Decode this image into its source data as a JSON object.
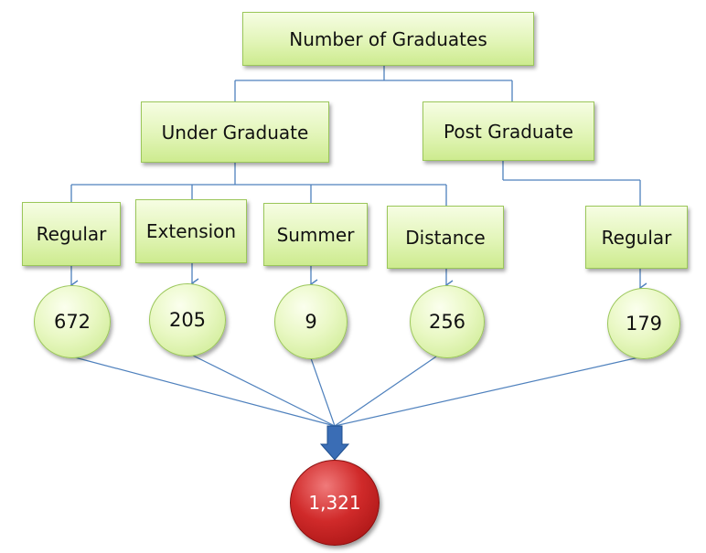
{
  "title": "Number of Graduates",
  "categories": {
    "under_graduate": "Under Graduate",
    "post_graduate": "Post Graduate"
  },
  "programs": {
    "ug_regular": {
      "label": "Regular",
      "value": "672"
    },
    "ug_extension": {
      "label": "Extension",
      "value": "205"
    },
    "ug_summer": {
      "label": "Summer",
      "value": "9"
    },
    "ug_distance": {
      "label": "Distance",
      "value": "256"
    },
    "pg_regular": {
      "label": "Regular",
      "value": "179"
    }
  },
  "total": "1,321",
  "colors": {
    "connector": "#4f81bd",
    "arrow": "#3a6db5",
    "node_border": "#9bc75a",
    "total_fill": "#c0201f"
  }
}
